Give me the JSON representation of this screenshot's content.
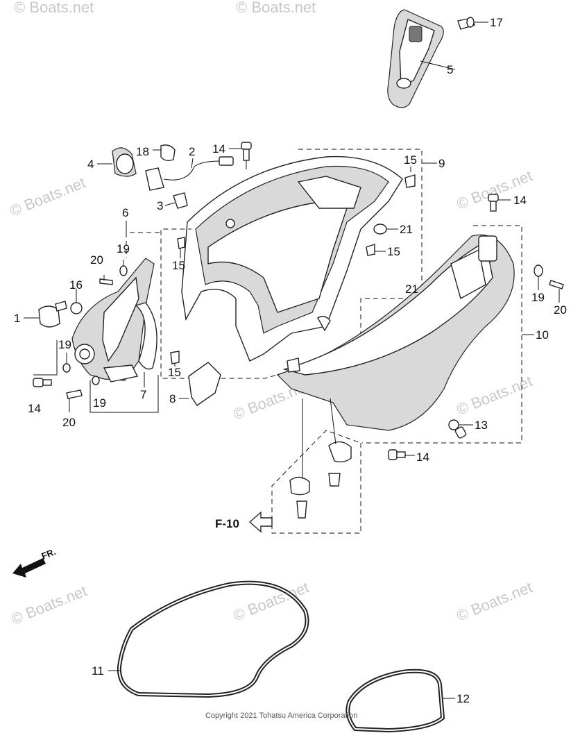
{
  "watermark": "© Boats.net",
  "copyright": "Copyright 2021 Tohatsu America Corporation",
  "reference": "F-10",
  "direction": "FR.",
  "callouts": [
    "17",
    "5",
    "18",
    "2",
    "14",
    "15",
    "9",
    "4",
    "3",
    "6",
    "14",
    "21",
    "15",
    "19",
    "20",
    "16",
    "15",
    "1",
    "19",
    "21",
    "19",
    "20",
    "10",
    "15",
    "8",
    "7",
    "19",
    "14",
    "20",
    "13",
    "14",
    "11",
    "12"
  ]
}
